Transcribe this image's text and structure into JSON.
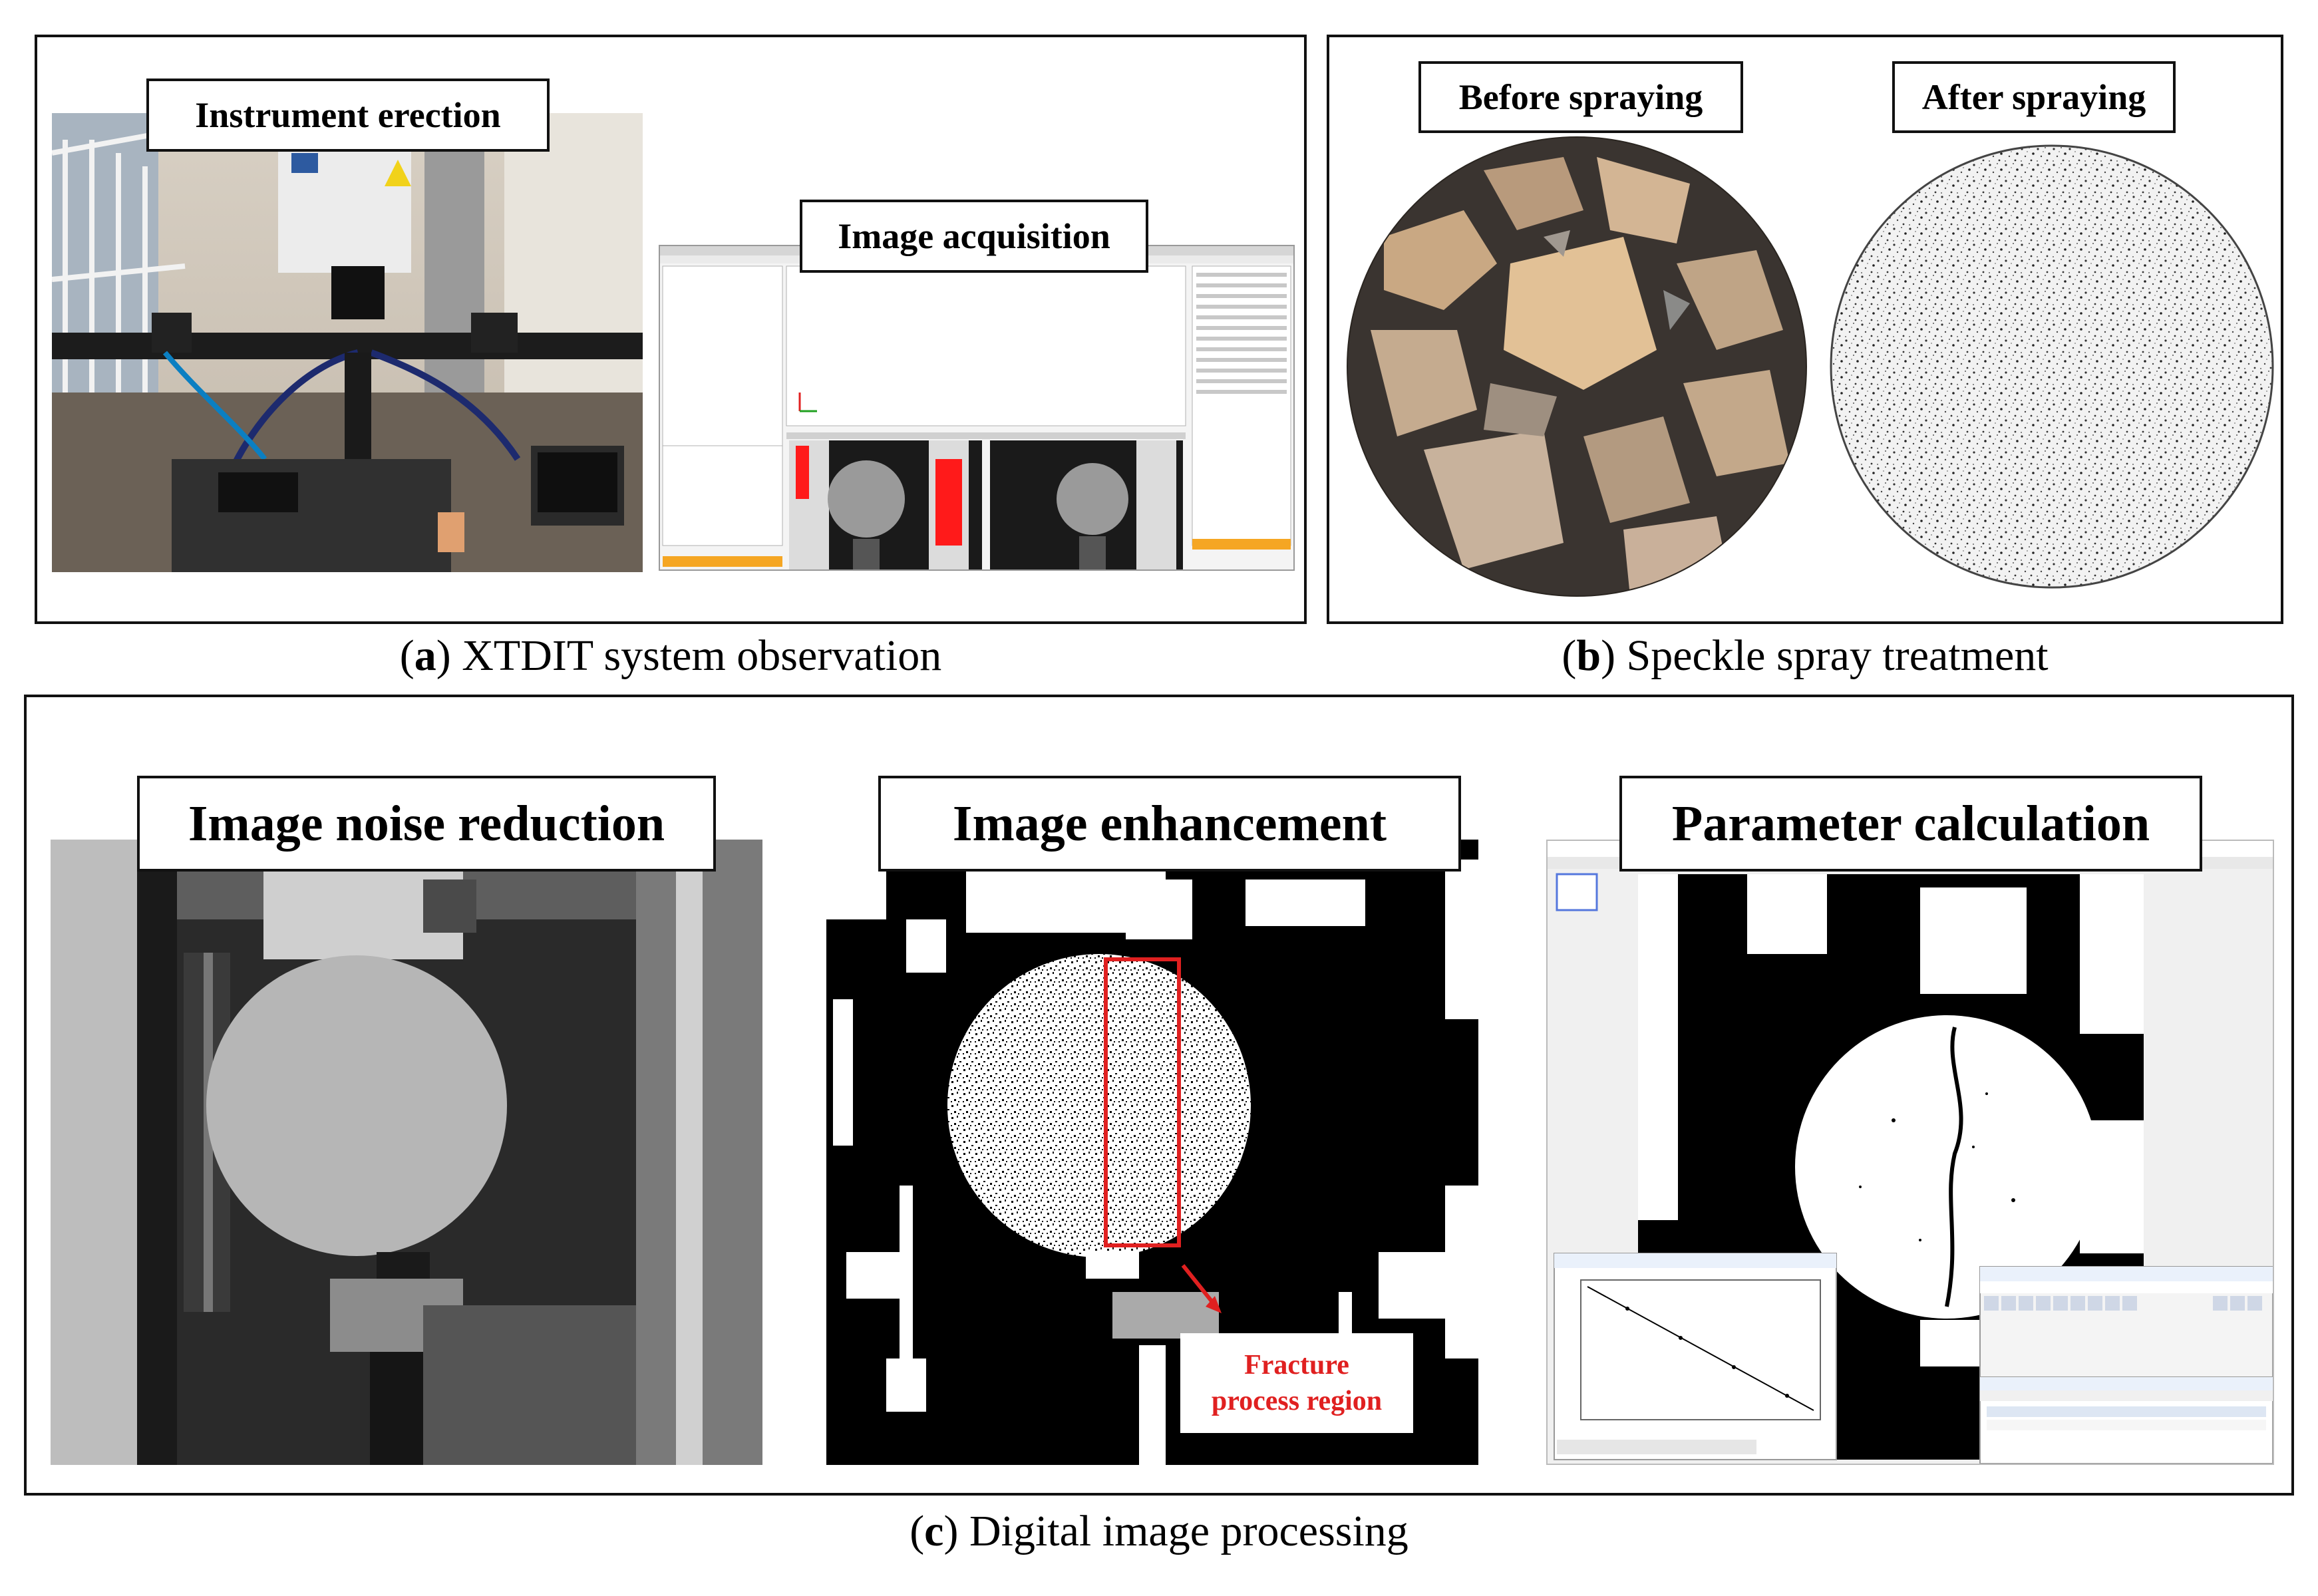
{
  "panel_a": {
    "caption_letter": "a",
    "caption_text": "XTDIT system observation",
    "label_instrument": "Instrument erection",
    "label_acquisition": "Image acquisition"
  },
  "panel_b": {
    "caption_letter": "b",
    "caption_text": "Speckle spray treatment",
    "label_before": "Before spraying",
    "label_after": "After spraying"
  },
  "panel_c": {
    "caption_letter": "c",
    "caption_text": "Digital image processing",
    "label_noise": "Image noise reduction",
    "label_enhancement": "Image enhancement",
    "label_parameter": "Parameter calculation",
    "fracture_line1": "Fracture",
    "fracture_line2": "process region"
  },
  "colors": {
    "fracture_box": "#e02020",
    "red_overlay": "#ff1a1a",
    "orange_bar": "#f5a623"
  }
}
